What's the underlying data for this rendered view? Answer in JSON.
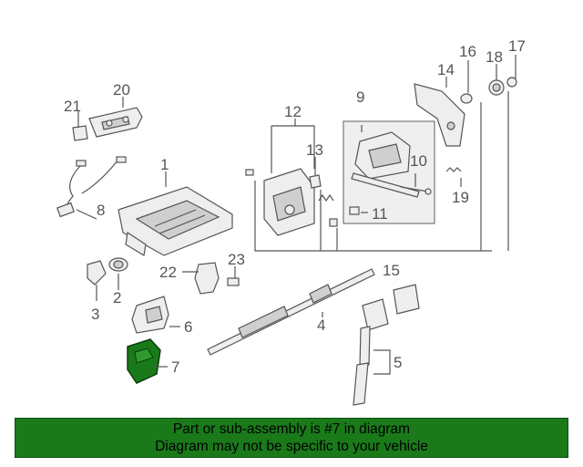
{
  "diagram": {
    "callouts": [
      "1",
      "2",
      "3",
      "4",
      "5",
      "6",
      "7",
      "8",
      "9",
      "10",
      "11",
      "12",
      "13",
      "14",
      "15",
      "16",
      "17",
      "18",
      "19",
      "20",
      "21",
      "22",
      "23"
    ],
    "highlight_color": "#1a7a1a",
    "highlighted_part": "7"
  },
  "banner": {
    "line1": "Part or sub-assembly is #7 in diagram",
    "line2": "Diagram may not be specific to your vehicle"
  }
}
